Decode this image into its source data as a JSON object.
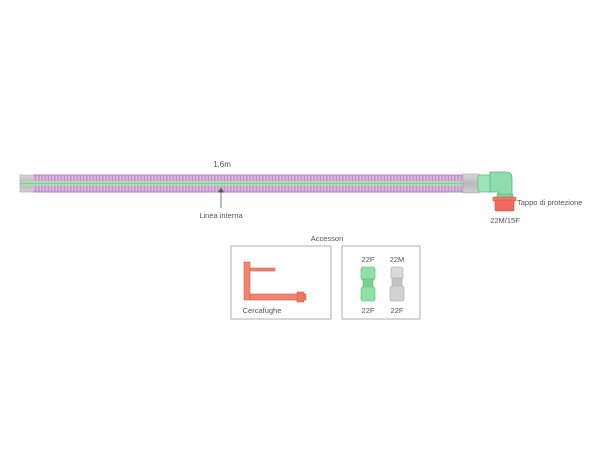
{
  "labels": {
    "length": "1.6m",
    "inner_line": "Linea interna",
    "protective_cap": "Tappo di protezione",
    "connector_size": "22M/15F"
  },
  "accessories": {
    "title": "Accessori",
    "leak_finder_label": "Cercafughe",
    "adapter_green_top": "22F",
    "adapter_green_bottom": "22F",
    "adapter_grey_top": "22M",
    "adapter_grey_bottom": "22F"
  },
  "colors": {
    "tube_purple": "#c98fce",
    "tube_green": "#9ed9b0",
    "connector_green": "#8fdcad",
    "cap_red": "#ef6a58",
    "leak_finder_orange": "#f2836f",
    "adapter_green": "#8ee0a3",
    "adapter_grey": "#d2d2d2",
    "end_grey": "#bfbfbf",
    "box_border": "#9a9a9a"
  }
}
